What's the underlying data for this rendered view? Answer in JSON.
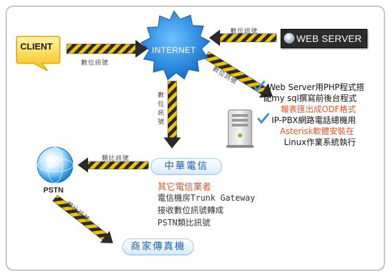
{
  "nodes": {
    "client": "CLIENT",
    "internet": "INTERNET",
    "web_server": "WEB SERVER",
    "pstn": "PSTN",
    "chunghwa": "中華電信",
    "fax": "商家傳真機"
  },
  "edges": {
    "client_internet": "數位訊號",
    "web_to_internet": "數位訊號",
    "internet_to_server": "數位訊號",
    "internet_to_chunghwa": "數位訊號",
    "chunghwa_to_pstn": "類比訊號",
    "pstn_to_fax": "類比訊號"
  },
  "server_notes": {
    "line1": "Web Server用PHP程式搭",
    "line2": "配my sql撰寫前後台程式",
    "line3": "報表匯出成ODF格式",
    "line4": "IP-PBX網路電話總機用",
    "line5": "Asterisk軟體安裝在",
    "line6": "Linux作業系統執行"
  },
  "carrier_notes": {
    "line1": "其它電信業者",
    "line2": "電信機房Trunk Gateway",
    "line3": "接收數位訊號轉成",
    "line4": "PSTN類比訊號"
  },
  "colors": {
    "arrow_stripe_yellow": "#f5c400",
    "arrow_stripe_dark": "#2a2a2a",
    "internet_blue": "#2f8ee0",
    "pill_blue": "#1f5fa6",
    "highlight_orange": "#e8541e"
  }
}
